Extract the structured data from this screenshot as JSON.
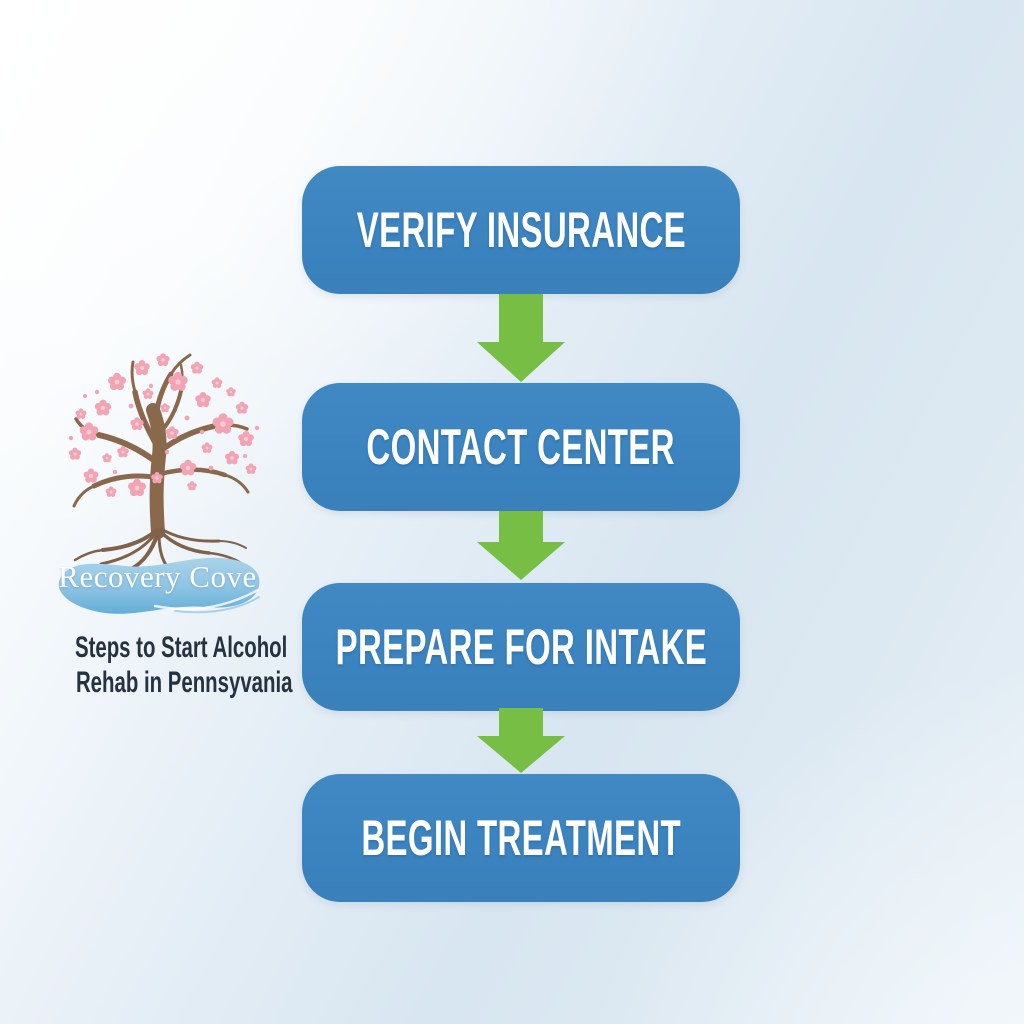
{
  "logo": {
    "brand": "Recovery Cove",
    "tagline_line1": "Steps to Start Alcohol",
    "tagline_line2": "Rehab in Pennsyvania",
    "tree_icon": "cherry-blossom-tree-with-roots-icon",
    "wave_icon": "water-wave-badge-icon"
  },
  "flow": {
    "steps": [
      {
        "label": "VERIFY INSURANCE"
      },
      {
        "label": "CONTACT CENTER"
      },
      {
        "label": "PREPARE FOR INTAKE"
      },
      {
        "label": "BEGIN TREATMENT"
      }
    ],
    "connector_icon": "down-arrow-icon"
  },
  "colors": {
    "step_box_blue": "#3b84c0",
    "arrow_green": "#76bf44",
    "background_light_blue": "#d9e7f2",
    "background_white": "#ffffff",
    "wave_blue_top": "#aad3ea",
    "wave_blue_bottom": "#64add8",
    "blossom_pink": "#f2a4b4",
    "blossom_center_pink": "#f8ccd4",
    "trunk_brown": "#8a684c",
    "tagline_text": "#273240",
    "step_label_text": "#ffffff",
    "brand_text": "#ffffff"
  }
}
